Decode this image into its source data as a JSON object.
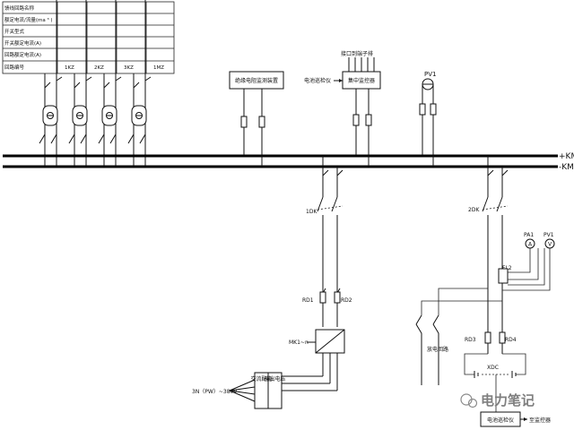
{
  "table": {
    "rows": [
      "馈线回路名称",
      "额定电流/流量(ma ³ )",
      "开关型式",
      "开关额定电流(A)",
      "回路额定电流(A)",
      "回路编号"
    ],
    "circuit_numbers": [
      "1KZ",
      "2KZ",
      "3KZ",
      "1MZ"
    ]
  },
  "bus": {
    "plus_label": "+KM",
    "minus_label": "-KM"
  },
  "modules": {
    "insulation_monitor": "绝缘电阻监测装置",
    "battery_monitor": "电池巡检仪",
    "monitor_unit": "集中监控器",
    "top_pins_label": "接口到端子排"
  },
  "meters": {
    "pv1_top": "PV1",
    "pa1": "PA1",
    "pv1_right": "PV1",
    "pa1_symbol": "A",
    "pv1_symbol": "V",
    "shunt": "FL2"
  },
  "rectifier": {
    "switch": "1DK",
    "fuse_left": "RD1",
    "fuse_right": "RD2",
    "module": "MK1~n",
    "ac_input": "3N（PW）~380V",
    "module_text": [
      "交流配电",
      "输出电压"
    ]
  },
  "battery": {
    "switch": "2DK",
    "fuse_left": "RD3",
    "fuse_right": "RD4",
    "string": "XDC",
    "discharge": [
      "放电回路"
    ],
    "inspector": "电池巡检仪",
    "monitor": "至监控器"
  },
  "watermark": "电力笔记"
}
